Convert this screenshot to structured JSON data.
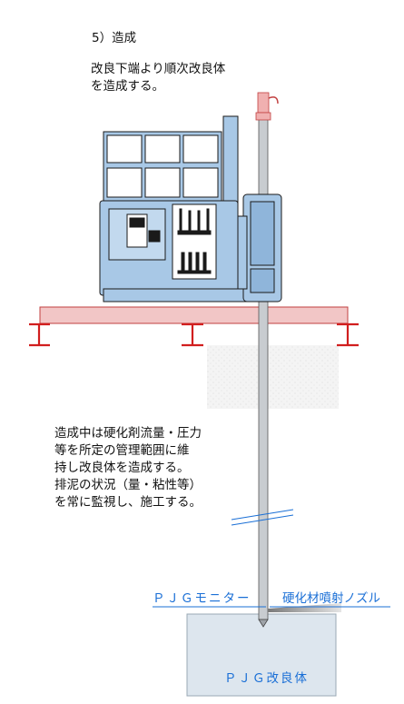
{
  "step_title": "5）造成",
  "top_description": [
    "改良下端より順次改良体",
    "を造成する。"
  ],
  "mid_description": [
    "造成中は硬化剤流量・圧力",
    "等を所定の管理範囲に維",
    "持し改良体を造成する。",
    "排泥の状況（量・粘性等）",
    "を常に監視し、施工する。"
  ],
  "labels": {
    "monitor": "ＰＪＧモニター",
    "nozzle": "硬化材噴射ノズル",
    "improved_body": "ＰＪＧ改良体"
  },
  "colors": {
    "machine_fill": "#a8c8e6",
    "machine_stroke": "#1a1a1a",
    "platform_fill": "#f2c6c6",
    "platform_stroke": "#c24040",
    "beam": "#d11e1e",
    "label_blue": "#1a6fd6",
    "rod": "#c8ccd0",
    "body_fill": "#dde6ee"
  }
}
